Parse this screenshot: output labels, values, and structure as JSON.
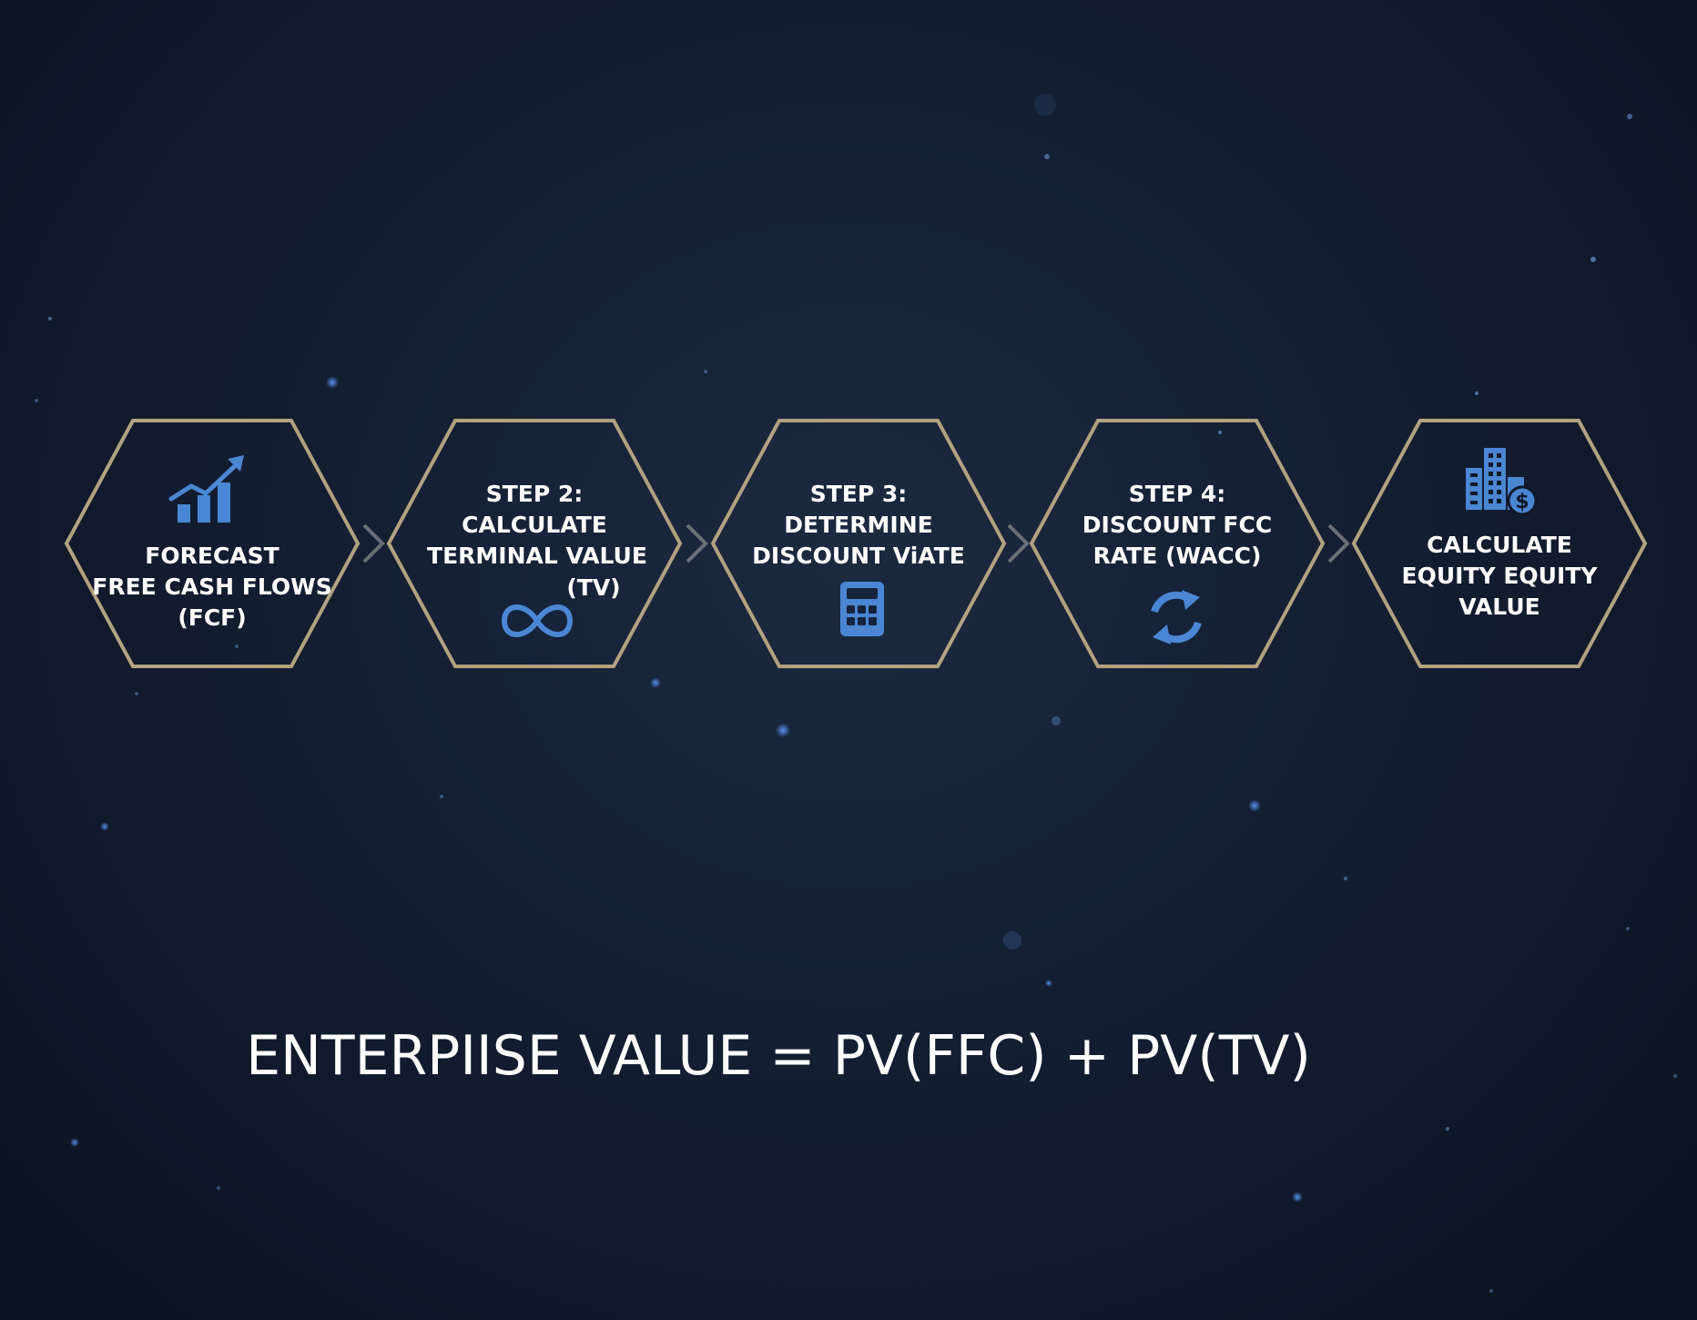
{
  "colors": {
    "hex_border": "#b3a27f",
    "chevron": "#6a6f78",
    "icon_blue": "#4a86d4",
    "text": "#ffffff"
  },
  "steps": [
    {
      "icon": "growth-chart-icon",
      "lines": [
        "FORECAST",
        "FREE CASH FLOWS",
        "(FCF)"
      ]
    },
    {
      "icon": "infinity-icon",
      "lines": [
        "STEP 2:",
        "CALCULATE",
        "TERMINAL VALUE",
        "(TV)"
      ]
    },
    {
      "icon": "calculator-icon",
      "lines": [
        "STEP 3:",
        "DETERMINE",
        "DISCOUNT ViATE"
      ]
    },
    {
      "icon": "refresh-cycle-icon",
      "lines": [
        "STEP 4:",
        "DISCOUNT FCC",
        "RATE (WACC)"
      ]
    },
    {
      "icon": "building-dollar-icon",
      "lines": [
        "CALCULATE",
        "EQUITY EQUITY",
        "VALUE"
      ]
    }
  ],
  "equation": "ENTERPIISE VALUE = PV(FFC) + PV(TV)"
}
